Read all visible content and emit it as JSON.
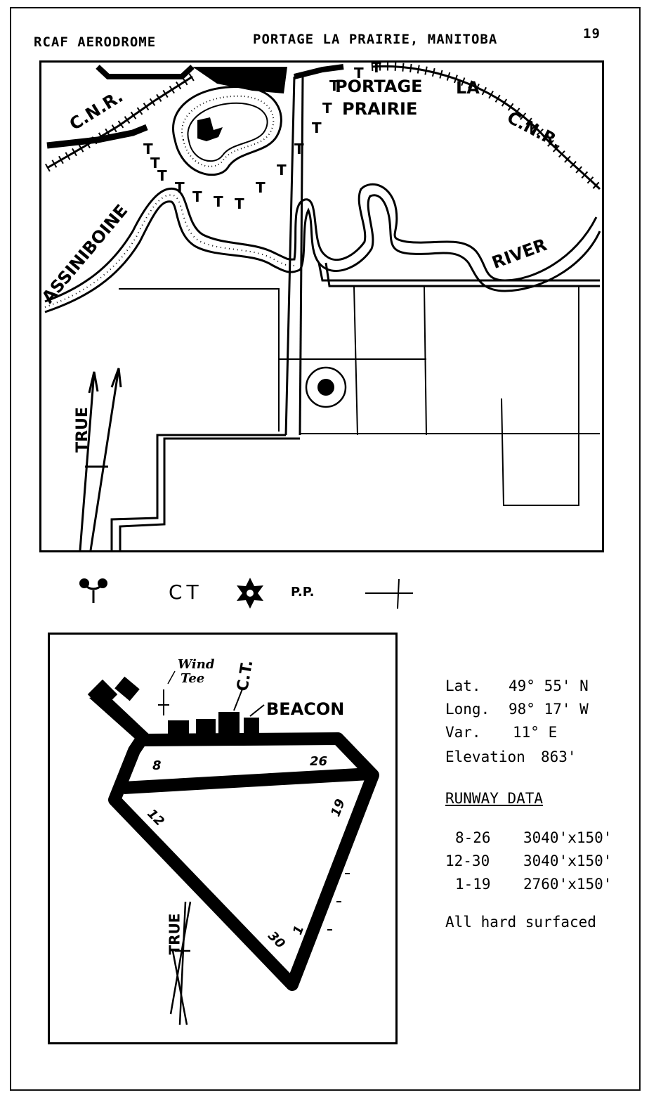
{
  "header": {
    "left": "RCAF AERODROME",
    "center": "PORTAGE LA PRAIRIE, MANITOBA",
    "page": "19"
  },
  "map": {
    "labels": {
      "cnr_left": "C.N.R.",
      "cnr_right": "C.N.R.",
      "town_line1": "PORTAGE",
      "town_line2": "LA",
      "town_line3": "PRAIRIE",
      "river_left": "ASSINIBOINE",
      "river_right": "RIVER",
      "true": "TRUE"
    }
  },
  "legend": {
    "ct": "CT",
    "pp": "P.P."
  },
  "aerodrome": {
    "labels": {
      "wind_tee_1": "Wind",
      "wind_tee_2": "Tee",
      "ct": "C.T.",
      "beacon": "BEACON",
      "true": "TRUE"
    },
    "runway_ends": [
      "8",
      "26",
      "12",
      "19",
      "30",
      "1"
    ]
  },
  "info": {
    "lat_label": "Lat.",
    "lat_value": "49° 55' N",
    "long_label": "Long.",
    "long_value": "98° 17' W",
    "var_label": "Var.",
    "var_value": "11° E",
    "elev_label": "Elevation",
    "elev_value": "863'",
    "runway_heading": "RUNWAY DATA",
    "runways": [
      {
        "id": "8-26",
        "dims": "3040'x150'"
      },
      {
        "id": "12-30",
        "dims": "3040'x150'"
      },
      {
        "id": "1-19",
        "dims": "2760'x150'"
      }
    ],
    "surface": "All hard surfaced"
  },
  "colors": {
    "ink": "#000000",
    "paper": "#ffffff"
  }
}
